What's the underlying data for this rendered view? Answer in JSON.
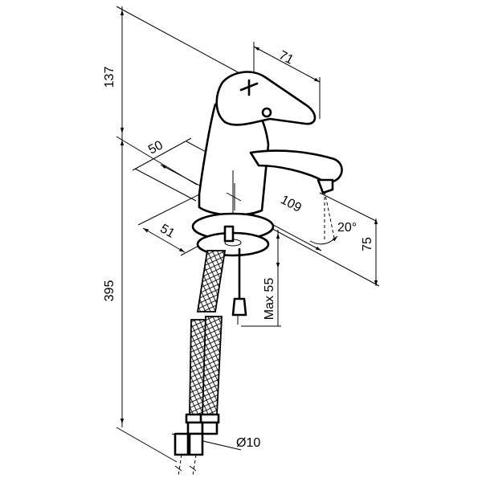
{
  "labels": {
    "d137": "137",
    "d71": "71",
    "d50": "50",
    "d109": "109",
    "d20deg": "20°",
    "d75": "75",
    "d51": "51",
    "dmax55": "Max 55",
    "d395": "395",
    "d10": "Ø10"
  }
}
